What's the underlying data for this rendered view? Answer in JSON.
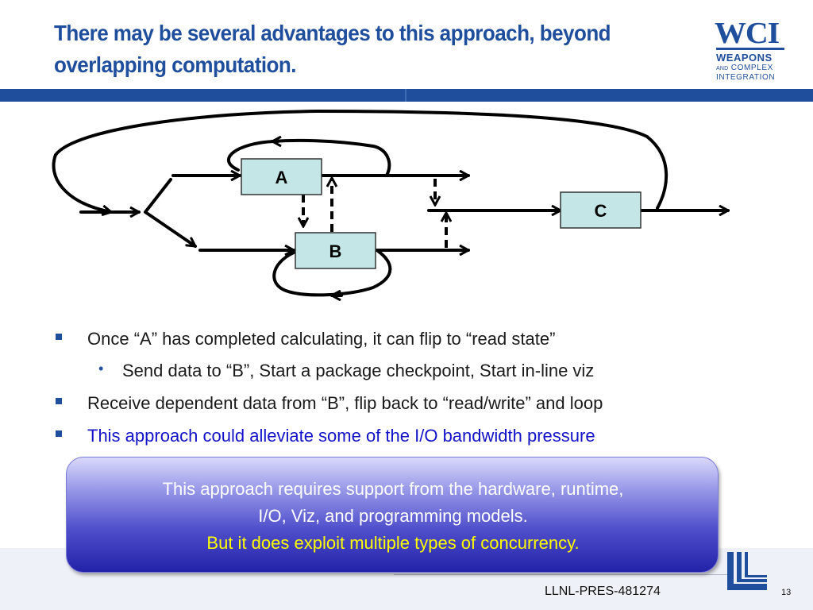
{
  "slide": {
    "title_line1": "There may be several advantages to this approach, beyond",
    "title_line2": "overlapping computation.",
    "page_number": "13",
    "footer_id": "LLNL-PRES-481274"
  },
  "logo": {
    "big": "WCI",
    "weapons": "WEAPONS",
    "and": "AND",
    "complex": "COMPLEX",
    "integration": "INTEGRATION"
  },
  "diagram": {
    "nodes": [
      {
        "id": "A",
        "label": "A"
      },
      {
        "id": "B",
        "label": "B"
      },
      {
        "id": "C",
        "label": "C"
      }
    ]
  },
  "bullets": [
    {
      "level": 1,
      "text": "Once “A” has completed calculating, it can flip to “read state”"
    },
    {
      "level": 2,
      "text": "Send data to “B”, Start a package checkpoint, Start in-line viz"
    },
    {
      "level": 1,
      "text": "Receive dependent data from “B”, flip back to “read/write” and loop"
    },
    {
      "level": 1,
      "text": "This approach could alleviate some of the I/O bandwidth pressure"
    }
  ],
  "callout": {
    "line1": "This approach requires support from the hardware, runtime,",
    "line2": "I/O, Viz, and programming models.",
    "line3": "But it does exploit multiple types of concurrency."
  },
  "colors": {
    "brand_blue": "#1f4e9c",
    "node_fill": "#c5e6e6",
    "highlight_text": "#1212c8",
    "callout_yellow": "#ffff00"
  }
}
